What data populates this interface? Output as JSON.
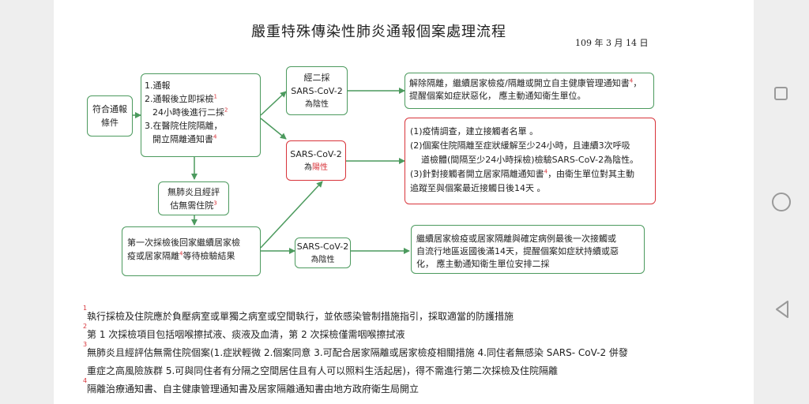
{
  "document": {
    "title": "嚴重特殊傳染性肺炎通報個案處理流程",
    "date": "109 年 3 月 14 日"
  },
  "flowchart": {
    "condition_box": [
      "符合通報",
      "條件"
    ],
    "report_box": {
      "l1": "1.通報",
      "l2": "2.通報後立即採檢",
      "l2_ref": "1",
      "l3": "24小時後進行二採",
      "l3_ref": "2",
      "l4": "3.在醫院住院隔離，",
      "l5": "開立隔離通知書",
      "l5_ref": "4"
    },
    "no_pneumonia_box": {
      "l1": "無肺炎且經評",
      "l2": "估無需住院",
      "l2_ref": "3"
    },
    "first_sample_box": {
      "l1": "第一次採檢後回家繼續居家檢",
      "l2a": "疫或居家隔離",
      "l2_ref": "4",
      "l2b": "等待檢驗結果"
    },
    "second_negative_box": {
      "l1": "經二採",
      "l2": "SARS-CoV-2",
      "l3": "為陰性"
    },
    "positive_box": {
      "l1": "SARS-CoV-2",
      "l2a": "為",
      "l2b": "陽性"
    },
    "first_negative_box": {
      "l1": "SARS-CoV-2",
      "l2": "為陰性"
    },
    "release_box": {
      "l1": "解除隔離，繼續居家檢疫/隔離或開立自主健康管理通知書",
      "l1_ref": "4",
      "l1_end": "，",
      "l2": "提醒個案如症狀惡化， 應主動通知衛生單位。"
    },
    "positive_action_box": {
      "l1": "(1)疫情調查，建立接觸者名單 。",
      "l2": "(2)個案住院隔離至症狀緩解至少24小時，且連續3次呼吸",
      "l3": "道檢體(間隔至少24小時採檢)檢驗SARS-CoV-2為陰性。",
      "l4a": "(3)針對接觸者開立居家隔離通知書",
      "l4_ref": "4",
      "l4b": "，由衛生單位對其主動",
      "l5": "追蹤至與個案最近接觸日後14天 。"
    },
    "continue_box": {
      "l1": "繼續居家檢疫或居家隔離與確定病例最後一次接觸或",
      "l2": "自流行地區返國後滿14天，提醒個案如症狀持續或惡",
      "l3": "化， 應主動通知衛生單位安排二採"
    }
  },
  "footnotes": [
    {
      "num": "1",
      "text": "執行採檢及住院應於負壓病室或單獨之病室或空間執行，並依感染管制措施指引，採取適當的防護措施"
    },
    {
      "num": "2",
      "text": "第 1 次採檢項目包括咽喉擦拭液、痰液及血清，第 2 次採檢僅需咽喉擦拭液"
    },
    {
      "num": "3",
      "text": "無肺炎且經評估無需住院個案(1.症狀輕微 2.個案同意 3.可配合居家隔離或居家檢疫相關措施 4.同住者無感染 SARS- CoV-2 併發"
    },
    {
      "num": "",
      "text": "重症之高風險族群 5.可與同住者有分隔之空間居住且有人可以照料生活起居)，得不需進行第二次採檢及住院隔離"
    },
    {
      "num": "4",
      "text": "隔離治療通知書、自主健康管理通知書及居家隔離通知書由地方政府衛生局開立"
    }
  ],
  "colors": {
    "green_border": "#4c9a5e",
    "red": "#d8343a",
    "arrow": "#4c9a5e"
  },
  "navigation": {
    "recents": "square-icon",
    "home": "circle-icon",
    "back": "triangle-back-icon"
  }
}
